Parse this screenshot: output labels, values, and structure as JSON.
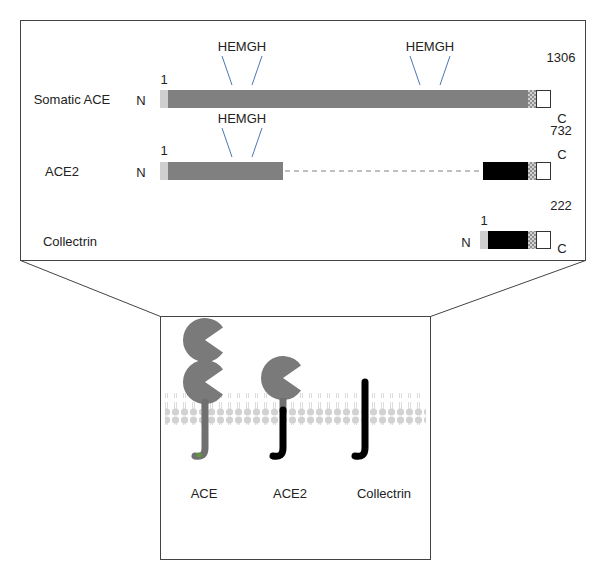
{
  "diagram": {
    "labels": [
      "HEMGH",
      "HEMGH",
      "Somatic ACE",
      "N",
      "1",
      "1306",
      "C",
      "HEMGH",
      "ACE2",
      "N",
      "1",
      "732",
      "C",
      "1",
      "222",
      "Collectrin",
      "N",
      "C",
      "ACE",
      "ACE2",
      "Collectrin"
    ]
  }
}
